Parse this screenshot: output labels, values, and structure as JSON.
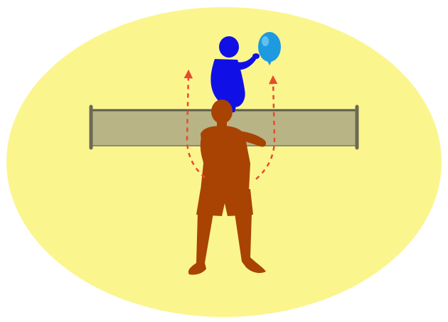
{
  "illustration": {
    "background_color": "#FBF58E",
    "net_color": "#B8B486",
    "net_post_color": "#6B6A55",
    "child_color": "#1010E6",
    "balloon_color": "#1E9AE0",
    "adult_color": "#A84304",
    "arrow_color": "#E84B2B",
    "icons": [
      "background-ellipse",
      "net",
      "child-figure",
      "balloon",
      "adult-figure",
      "movement-arrows"
    ]
  }
}
